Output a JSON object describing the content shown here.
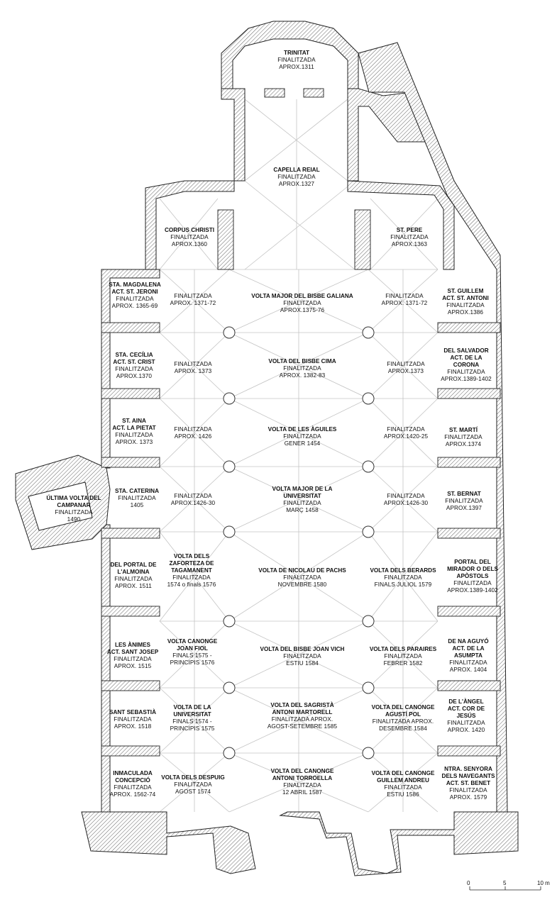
{
  "plan": {
    "labels": [
      {
        "title": [
          "TRINITAT"
        ],
        "dates": [
          "FINALITZADA",
          "APROX.1311"
        ]
      },
      {
        "title": [
          "CAPELLA REIAL"
        ],
        "dates": [
          "FINALITZADA",
          "APROX.1327"
        ]
      },
      {
        "title": [
          "CORPUS CHRISTI"
        ],
        "dates": [
          "FINALITZADA",
          "APROX.1360"
        ]
      },
      {
        "title": [
          "ST.  PERE"
        ],
        "dates": [
          "FINALITZADA",
          "APROX.1363"
        ]
      },
      {
        "title": [
          "STA.  MAGDALENA",
          "ACT. ST. JERONI"
        ],
        "dates": [
          "FINALITZADA",
          "APROX.   1365-69"
        ]
      },
      {
        "title": [],
        "dates": [
          "FINALITZADA",
          "APROX. 1371-72"
        ]
      },
      {
        "title": [
          "VOLTA MAJOR DEL BISBE GALIANA"
        ],
        "dates": [
          "FINALITZADA",
          "APROX.1375-76"
        ]
      },
      {
        "title": [],
        "dates": [
          "FINALITZADA",
          "APROX. 1371-72"
        ]
      },
      {
        "title": [
          "ST.  GUILLEM",
          "ACT.  ST. ANTONI"
        ],
        "dates": [
          "FINALITZADA",
          "APROX.1386"
        ]
      },
      {
        "title": [
          "STA.  CECÍLIA",
          "ACT. ST. CRIST"
        ],
        "dates": [
          "FINALITZADA",
          "APROX.1370"
        ]
      },
      {
        "title": [],
        "dates": [
          "FINALITZADA",
          "APROX. 1373"
        ]
      },
      {
        "title": [
          "VOLTA DEL BISBE CIMA"
        ],
        "dates": [
          "FINALITZADA",
          "APROX.   1382-83"
        ]
      },
      {
        "title": [],
        "dates": [
          "FINALITZADA",
          "APROX.1373"
        ]
      },
      {
        "title": [
          "DEL SALVADOR",
          "ACT. DE LA",
          "CORONA"
        ],
        "dates": [
          "FINALITZADA",
          "APROX.1389-1402"
        ]
      },
      {
        "title": [
          "ST.  AINA",
          "ACT. LA PIETAT"
        ],
        "dates": [
          "FINALITZADA",
          "APROX.    1373"
        ]
      },
      {
        "title": [],
        "dates": [
          "FINALITZADA",
          "APROX.  1426"
        ]
      },
      {
        "title": [
          "VOLTA DE LES ÀGUILES"
        ],
        "dates": [
          "FINALITZADA",
          "GENER 1454"
        ]
      },
      {
        "title": [],
        "dates": [
          "FINALITZADA",
          "APROX.1420-25"
        ]
      },
      {
        "title": [
          "ST.  MARTÍ"
        ],
        "dates": [
          "FINALITZADA",
          "APROX.1374"
        ]
      },
      {
        "title": [
          "ÚLTIMA VOLTA DEL",
          "CAMPANAR"
        ],
        "dates": [
          "FINALITZADA",
          "1490"
        ]
      },
      {
        "title": [
          "STA.  CATERINA"
        ],
        "dates": [
          "FINALITZADA",
          "1405"
        ]
      },
      {
        "title": [],
        "dates": [
          "FINALITZADA",
          "APROX.1426-30"
        ]
      },
      {
        "title": [
          "VOLTA MAJOR DE LA",
          "UNIVERSITAT"
        ],
        "dates": [
          "FINALITZADA",
          "MARÇ 1458"
        ]
      },
      {
        "title": [],
        "dates": [
          "FINALITZADA",
          "APROX.1426-30"
        ]
      },
      {
        "title": [
          "ST.  BERNAT"
        ],
        "dates": [
          "FINALITZADA",
          "APROX.1397"
        ]
      },
      {
        "title": [
          "DEL PORTAL DE",
          "L'ALMOINA"
        ],
        "dates": [
          "FINALITZADA",
          "APROX.    1511"
        ]
      },
      {
        "title": [
          "VOLTA DELS",
          "ZAFORTEZA DE",
          "TAGAMANENT"
        ],
        "dates": [
          "FINALITZADA",
          "1574 o finals 1576"
        ]
      },
      {
        "title": [
          "VOLTA DE NICOLAU DE PACHS"
        ],
        "dates": [
          "FINALITZADA",
          "NOVEMBRE 1580"
        ]
      },
      {
        "title": [
          "VOLTA DELS BERARDS"
        ],
        "dates": [
          "FINALITZADA",
          "FINALS JULIOL 1579"
        ]
      },
      {
        "title": [
          "PORTAL DEL",
          "MIRADOR O DELS",
          "APÒSTOLS"
        ],
        "dates": [
          "FINALITZADA",
          "APROX.1389-1402"
        ]
      },
      {
        "title": [
          "LES ÀNIMES",
          "ACT. SANT JOSEP"
        ],
        "dates": [
          "FINALITZADA",
          "APROX.    1515"
        ]
      },
      {
        "title": [
          "VOLTA CANONGE",
          "JOAN FIOL"
        ],
        "dates": [
          "FINALS 1575 -",
          "PRINCIPIS 1576"
        ]
      },
      {
        "title": [
          "VOLTA DEL BISBE JOAN VICH"
        ],
        "dates": [
          "FINALITZADA",
          "ESTIU 1584"
        ]
      },
      {
        "title": [
          "VOLTA DELS PARAIRES"
        ],
        "dates": [
          "FINALITZADA",
          "FEBRER 1582"
        ]
      },
      {
        "title": [
          "DE NA AGUYÓ",
          "ACT. DE LA",
          "ASUMPTA"
        ],
        "dates": [
          "FINALITZADA",
          "APROX.    1404"
        ]
      },
      {
        "title": [
          "SANT SEBASTIÀ"
        ],
        "dates": [
          "FINALITZADA",
          "APROX.    1518"
        ]
      },
      {
        "title": [
          "VOLTA DE LA",
          "UNIVERSITAT"
        ],
        "dates": [
          "FINALS 1574 -",
          "PRINCIPIS 1575"
        ]
      },
      {
        "title": [
          "VOLTA DEL SAGRISTÀ",
          "ANTONI MARTORELL"
        ],
        "dates": [
          "FINALITZADA APROX.",
          "AGOST-SETEMBRE 1585"
        ]
      },
      {
        "title": [
          "VOLTA DEL CANONGE",
          "AGUSTÍ POL"
        ],
        "dates": [
          "FINALITZADA  APROX.",
          "DESEMBRE 1584"
        ]
      },
      {
        "title": [
          "DE L'ÀNGEL",
          "ACT. COR DE",
          "JESÚS"
        ],
        "dates": [
          "FINALITZADA",
          "APROX.    1420"
        ]
      },
      {
        "title": [
          "INMACULADA",
          "CONCEPCIÓ"
        ],
        "dates": [
          "FINALITZADA",
          "APROX.    1562-74"
        ]
      },
      {
        "title": [
          "VOLTA DELS DESPUIG"
        ],
        "dates": [
          "FINALITZADA",
          "AGOST 1574"
        ]
      },
      {
        "title": [
          "VOLTA DEL CANONGE",
          "ANTONI TORROELLA"
        ],
        "dates": [
          "FINALITZADA",
          "12 ABRIL 1587"
        ]
      },
      {
        "title": [
          "VOLTA DEL CANONGE",
          "GUILLEM ANDREU"
        ],
        "dates": [
          "FINALITZADA",
          "ESTIU 1586"
        ]
      },
      {
        "title": [
          "NTRA. SENYORA",
          "DELS NAVEGANTS",
          "ACT. ST. BENET"
        ],
        "dates": [
          "FINALITZADA",
          "APROX.    1579"
        ]
      }
    ],
    "scale_bar": {
      "ticks": [
        "0",
        "5",
        "10 m"
      ]
    },
    "colors": {
      "wall_fill": "#ffffff",
      "wall_stroke": "#222222",
      "hatch": "#444444",
      "rib": "#b8b8b8"
    }
  }
}
